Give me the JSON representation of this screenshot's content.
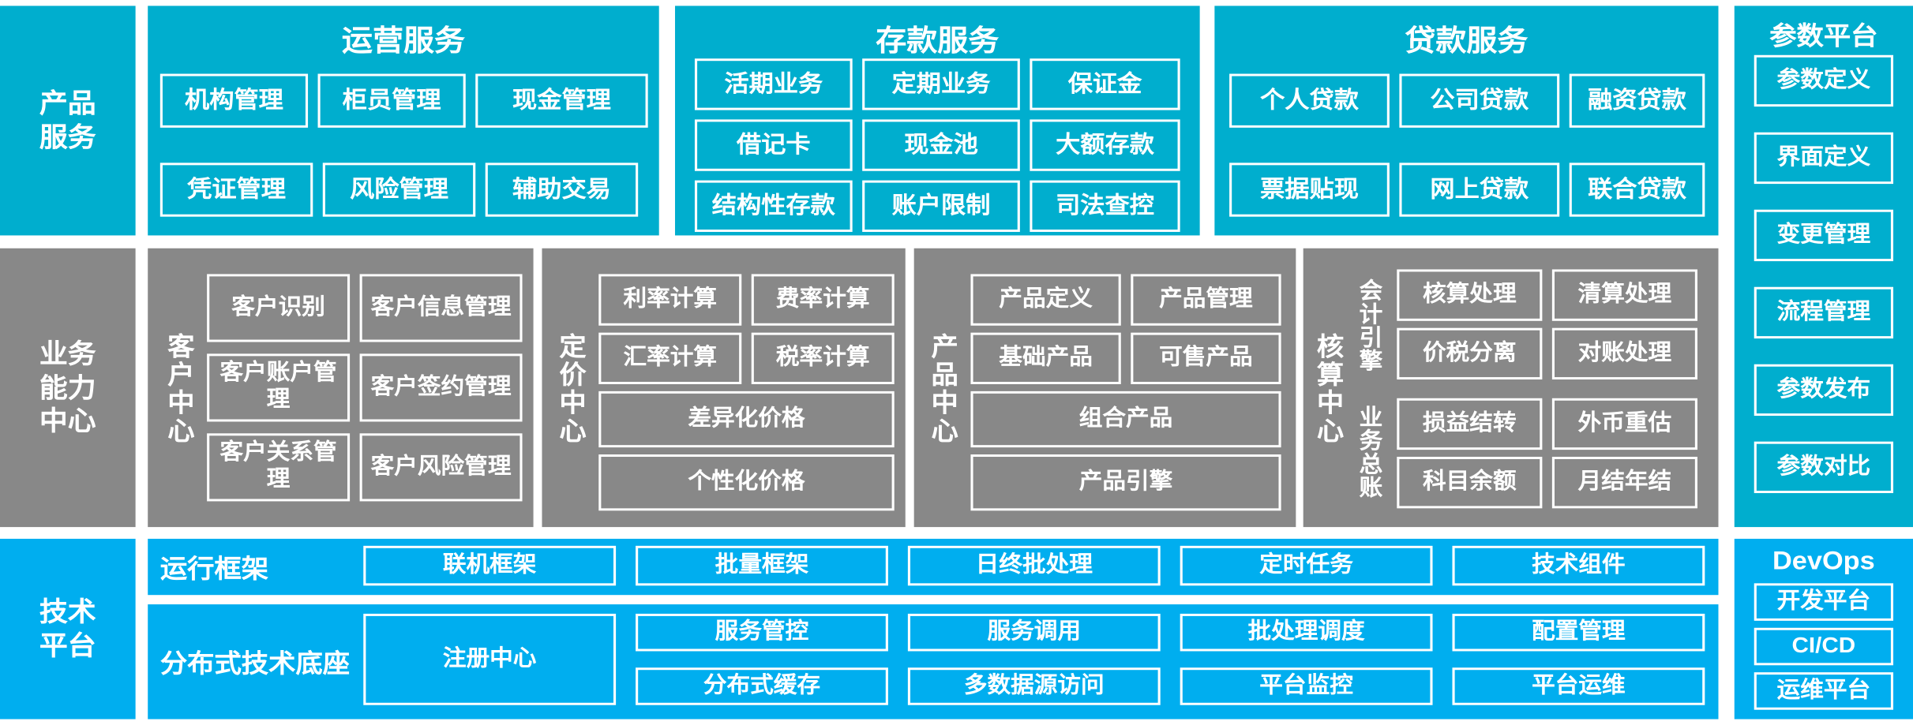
{
  "layers": {
    "product_service": {
      "label": "产品\n服务",
      "groups": [
        {
          "title": "运营服务",
          "items": [
            "机构管理",
            "柜员管理",
            "现金管理",
            "凭证管理",
            "风险管理",
            "辅助交易"
          ]
        },
        {
          "title": "存款服务",
          "items": [
            "活期业务",
            "定期业务",
            "保证金",
            "借记卡",
            "现金池",
            "大额存款",
            "结构性存款",
            "账户限制",
            "司法查控"
          ]
        },
        {
          "title": "贷款服务",
          "items": [
            "个人贷款",
            "公司贷款",
            "融资贷款",
            "票据贴现",
            "网上贷款",
            "联合贷款"
          ]
        }
      ]
    },
    "business_capability": {
      "label": "业务\n能力\n中心",
      "centers": [
        {
          "name": "客户中心",
          "items": [
            "客户识别",
            "客户信息管理",
            "客户账户管理",
            "客户签约管理",
            "客户关系管理",
            "客户风险管理"
          ]
        },
        {
          "name": "定价中心",
          "items": [
            "利率计算",
            "费率计算",
            "汇率计算",
            "税率计算"
          ],
          "wide_items": [
            "差异化价格",
            "个性化价格"
          ]
        },
        {
          "name": "产品中心",
          "items": [
            "产品定义",
            "产品管理",
            "基础产品",
            "可售产品"
          ],
          "wide_items": [
            "组合产品",
            "产品引擎"
          ]
        },
        {
          "name": "核算中心",
          "sub_labels": [
            "会计引擎",
            "业务总账"
          ],
          "accounting_engine_items": [
            "核算处理",
            "清算处理",
            "价税分离",
            "对账处理"
          ],
          "general_ledger_items": [
            "损益结转",
            "外币重估",
            "科目余额",
            "月结年结"
          ]
        }
      ]
    },
    "technical_platform": {
      "label": "技术\n平台",
      "rows": [
        {
          "name": "运行框架",
          "items": [
            "联机框架",
            "批量框架",
            "日终批处理",
            "定时任务",
            "技术组件"
          ]
        },
        {
          "name": "分布式技术底座",
          "featured": "注册中心",
          "items_row1": [
            "服务管控",
            "服务调用",
            "批处理调度",
            "配置管理"
          ],
          "items_row2": [
            "分布式缓存",
            "多数据源访问",
            "平台监控",
            "平台运维"
          ]
        }
      ]
    }
  },
  "right_column": {
    "parameter_platform": {
      "title": "参数平台",
      "items": [
        "参数定义",
        "界面定义",
        "变更管理",
        "流程管理",
        "参数发布",
        "参数对比"
      ]
    },
    "devops": {
      "title": "DevOps",
      "items": [
        "开发平台",
        "CI/CD",
        "运维平台"
      ]
    }
  },
  "colors": {
    "teal": "#00AECE",
    "gray": "#888888",
    "blue": "#00AEEF",
    "outline": "#FFFFFF"
  }
}
